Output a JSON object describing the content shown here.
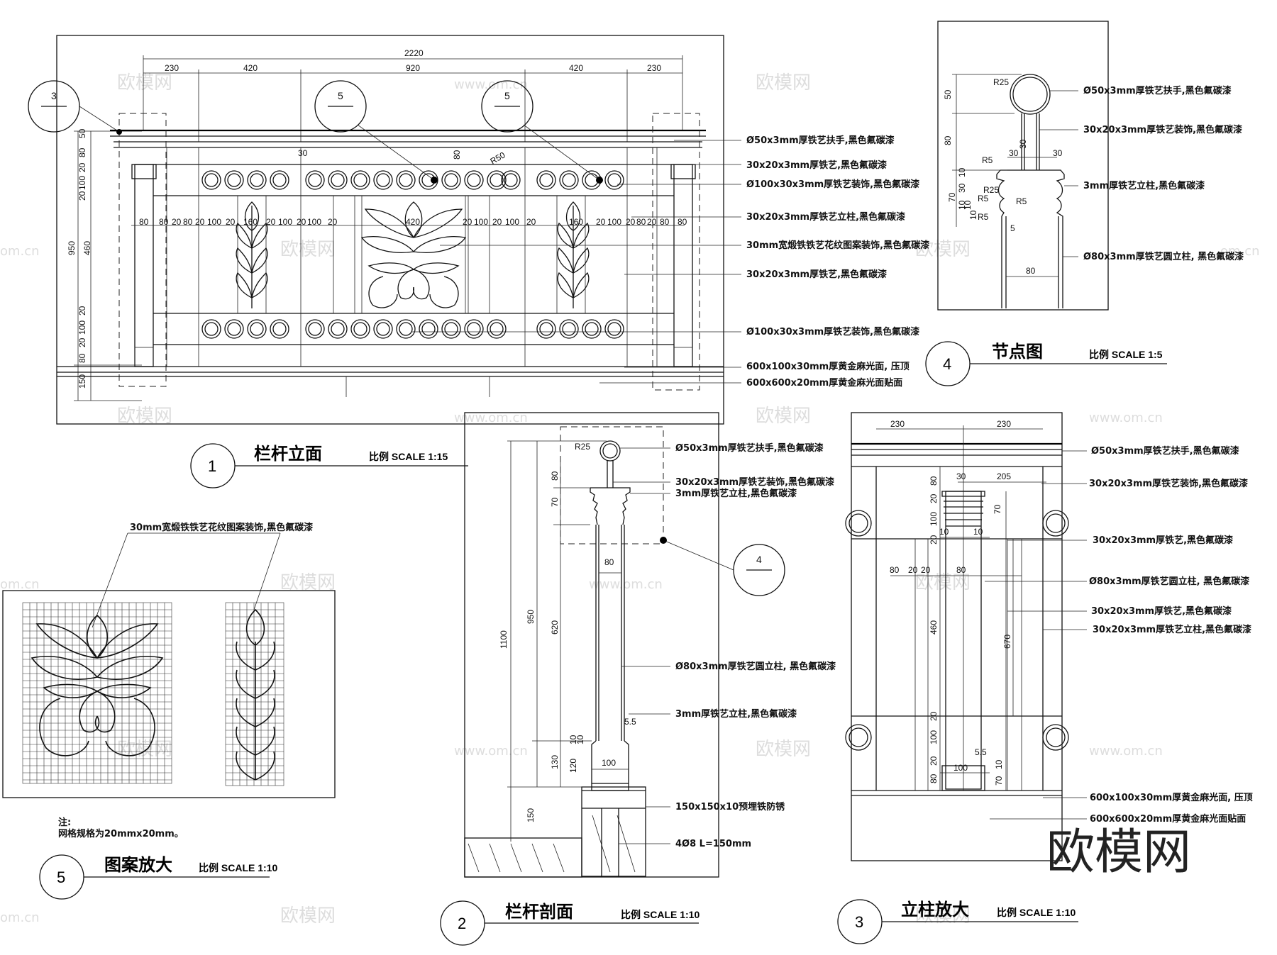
{
  "drawing1": {
    "number": "1",
    "title": "栏杆立面",
    "scale": "比例 SCALE 1:15",
    "ref_main": "3",
    "ref_detail": "5",
    "dims_top": {
      "total": "2220",
      "segments": [
        "230",
        "420",
        "920",
        "420",
        "230"
      ]
    },
    "dims_left": [
      "50",
      "80",
      "20",
      "100",
      "20",
      "460",
      "20",
      "100",
      "20",
      "80",
      "150",
      "950"
    ],
    "dims_inner": [
      "30",
      "80",
      "R50"
    ],
    "dims_row": [
      "80",
      "80",
      "20",
      "80",
      "20",
      "100",
      "20",
      "160",
      "20",
      "100",
      "20",
      "100",
      "20",
      "420",
      "20",
      "100",
      "20",
      "100",
      "20",
      "160",
      "20",
      "100",
      "20",
      "80",
      "20",
      "80",
      "80"
    ],
    "notes": [
      "Ø50x3mm厚铁艺扶手,黑色氟碳漆",
      "30x20x3mm厚铁艺,黑色氟碳漆",
      "Ø100x30x3mm厚铁艺装饰,黑色氟碳漆",
      "30x20x3mm厚铁艺立柱,黑色氟碳漆",
      "30mm宽煅铁铁艺花纹图案装饰,黑色氟碳漆",
      "30x20x3mm厚铁艺,黑色氟碳漆",
      "Ø100x30x3mm厚铁艺装饰,黑色氟碳漆",
      "600x100x30mm厚黄金麻光面, 压顶",
      "600x600x20mm厚黄金麻光面贴面"
    ]
  },
  "drawing2": {
    "number": "2",
    "title": "栏杆剖面",
    "scale": "比例 SCALE 1:10",
    "ref": "4",
    "dims": [
      "1100",
      "950",
      "620",
      "80",
      "70",
      "130",
      "120",
      "150",
      "10",
      "10",
      "R25",
      "80",
      "100",
      "5.5"
    ],
    "notes": [
      "Ø50x3mm厚铁艺扶手,黑色氟碳漆",
      "30x20x3mm厚铁艺装饰,黑色氟碳漆",
      "3mm厚铁艺立柱,黑色氟碳漆",
      "Ø80x3mm厚铁艺圆立柱, 黑色氟碳漆",
      "3mm厚铁艺立柱,黑色氟碳漆",
      "150x150x10预埋铁防锈",
      "4Ø8 L=150mm"
    ]
  },
  "drawing3": {
    "number": "3",
    "title": "立柱放大",
    "scale": "比例 SCALE 1:10",
    "dims": [
      "230",
      "230",
      "30",
      "205",
      "80",
      "20",
      "100",
      "20",
      "70",
      "10",
      "10",
      "80",
      "20",
      "20",
      "80",
      "460",
      "670",
      "20",
      "100",
      "20",
      "80",
      "5.5",
      "100",
      "10",
      "70"
    ],
    "notes": [
      "Ø50x3mm厚铁艺扶手,黑色氟碳漆",
      "30x20x3mm厚铁艺装饰,黑色氟碳漆",
      "30x20x3mm厚铁艺,黑色氟碳漆",
      "Ø80x3mm厚铁艺圆立柱, 黑色氟碳漆",
      "30x20x3mm厚铁艺,黑色氟碳漆",
      "30x20x3mm厚铁艺立柱,黑色氟碳漆",
      "600x100x30mm厚黄金麻光面, 压顶",
      "600x600x20mm厚黄金麻光面贴面"
    ]
  },
  "drawing4": {
    "number": "4",
    "title": "节点图",
    "scale": "比例 SCALE 1:5",
    "dims": [
      "R25",
      "50",
      "80",
      "30",
      "30",
      "30",
      "R5",
      "10",
      "30",
      "R25",
      "70",
      "R5",
      "R5",
      "10",
      "10",
      "10",
      "R5",
      "5",
      "80"
    ],
    "notes": [
      "Ø50x3mm厚铁艺扶手,黑色氟碳漆",
      "30x20x3mm厚铁艺装饰,黑色氟碳漆",
      "3mm厚铁艺立柱,黑色氟碳漆",
      "Ø80x3mm厚铁艺圆立柱, 黑色氟碳漆"
    ]
  },
  "drawing5": {
    "number": "5",
    "title": "图案放大",
    "scale": "比例 SCALE 1:10",
    "label": "30mm宽煅铁铁艺花纹图案装饰,黑色氟碳漆",
    "note_title": "注:",
    "note_text": "网格规格为20mmx20mm。"
  },
  "watermark": {
    "text": "欧模网",
    "small": "欧模网",
    "domain": "www.om.cn",
    "edge": "om.cn"
  }
}
